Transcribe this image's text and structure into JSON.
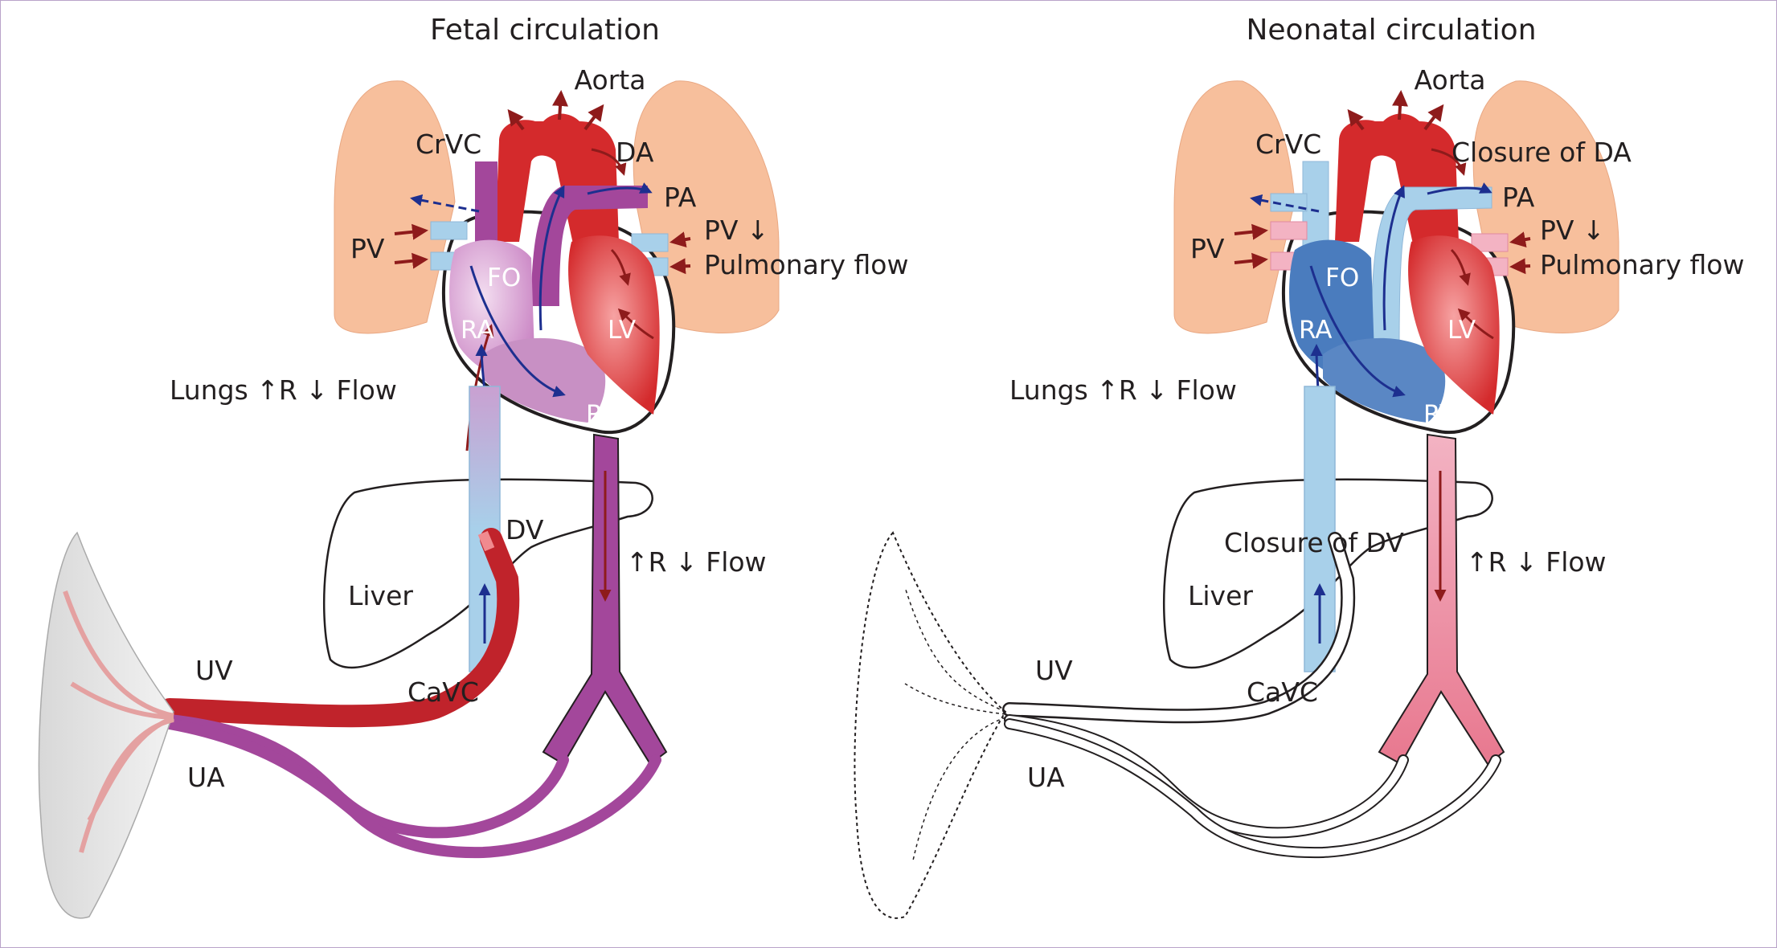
{
  "panels": {
    "fetal": {
      "title": "Fetal circulation",
      "labels": {
        "aorta": "Aorta",
        "crvc": "CrVC",
        "da": "DA",
        "pa": "PA",
        "pv_left": "PV",
        "pv_right": "PV ↓",
        "pulmonary_flow": "Pulmonary flow",
        "fo": "FO",
        "ra": "RA",
        "lv": "LV",
        "rv": "RV",
        "lungs": "Lungs ↑R ↓ Flow",
        "dv": "DV",
        "liver": "Liver",
        "r_flow": "↑R ↓ Flow",
        "uv": "UV",
        "ua": "UA",
        "cavc": "CaVC"
      }
    },
    "neonatal": {
      "title": "Neonatal circulation",
      "labels": {
        "aorta": "Aorta",
        "crvc": "CrVC",
        "da": "Closure of DA",
        "pa": "PA",
        "pv_left": "PV",
        "pv_right": "PV ↓",
        "pulmonary_flow": "Pulmonary flow",
        "fo": "FO",
        "ra": "RA",
        "lv": "LV",
        "rv": "RV",
        "lungs": "Lungs ↑R ↓ Flow",
        "dv": "Closure of DV",
        "liver": "Liver",
        "r_flow": "↑R ↓ Flow",
        "uv": "UV",
        "ua": "UA",
        "cavc": "CaVC"
      }
    }
  },
  "colors": {
    "lung": "#f7bf9c",
    "oxygenated": "#d42a2c",
    "deoxygenated": "#4a7cbe",
    "mixed": "#a3479b",
    "pale_blue": "#a8d0ea",
    "arrow_red": "#8e1b1b",
    "arrow_blue": "#1d2f8f"
  }
}
